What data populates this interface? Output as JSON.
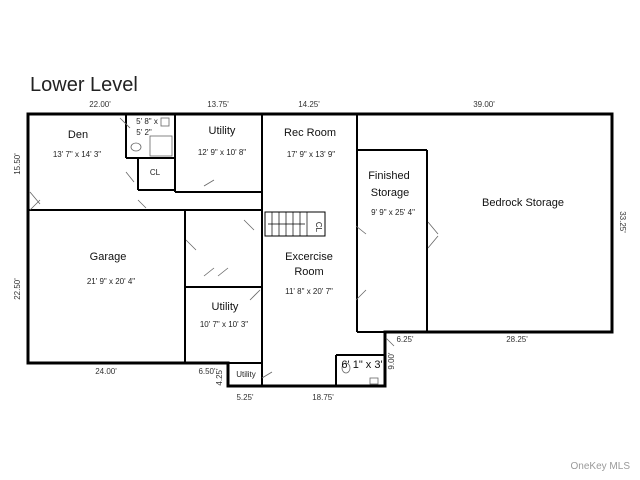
{
  "title": "Lower Level",
  "watermark": "OneKey MLS",
  "rooms": {
    "den": {
      "name": "Den",
      "size": "13' 7\" x 14' 3\""
    },
    "bath_small": {
      "line1": "5' 8\" x",
      "line2": "5' 2\""
    },
    "closet": {
      "name": "CL"
    },
    "utility1": {
      "name": "Utility",
      "size": "12' 9\" x 10' 8\""
    },
    "rec": {
      "name": "Rec Room",
      "size": "17' 9\" x 13' 9\""
    },
    "finished": {
      "line1": "Finished",
      "line2": "Storage",
      "size": "9' 9\" x 25' 4\""
    },
    "bedrock": {
      "name": "Bedrock Storage"
    },
    "garage": {
      "name": "Garage",
      "size": "21' 9\" x 20' 4\""
    },
    "utility2": {
      "name": "Utility",
      "size": "10' 7\" x 10' 3\""
    },
    "exercise": {
      "line1": "Excercise",
      "line2": "Room",
      "size": "11' 8\" x 20' 7\""
    },
    "utility3": {
      "name": "Utility"
    },
    "bath2": {
      "size": "6' 1\" x 3'"
    },
    "stair_cl": {
      "name": "CL"
    }
  },
  "dimensions": {
    "top_22": "22.00'",
    "top_1375": "13.75'",
    "top_1425": "14.25'",
    "top_39": "39.00'",
    "left_1550": "15.50'",
    "left_2250": "22.50'",
    "right_3325": "33.25'",
    "bottom_24": "24.00'",
    "bottom_650": "6.50'",
    "bottom_425": "4.25'",
    "bottom_525": "5.25'",
    "bottom_1875": "18.75'",
    "inner_625": "6.25'",
    "inner_2825": "28.25'",
    "inner_900": "9.00'"
  }
}
